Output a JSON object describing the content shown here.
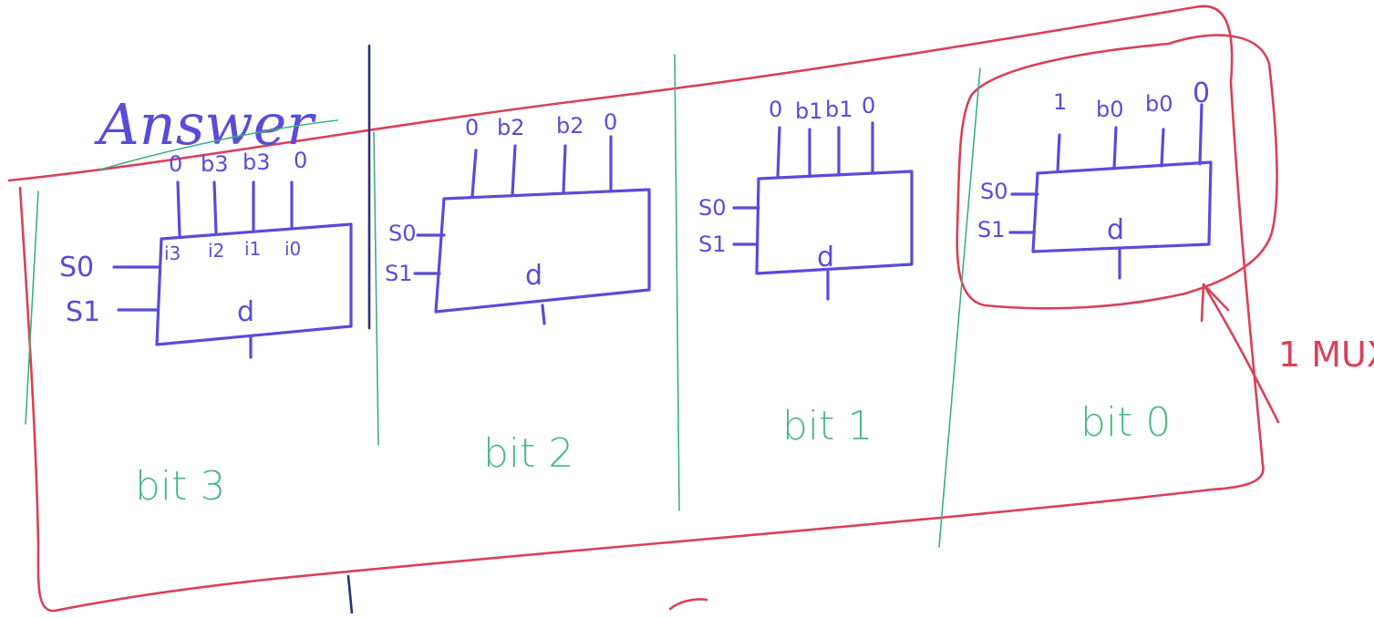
{
  "answer_label": "Answer",
  "mux_label": "1 MUX",
  "select_inputs": [
    "S0",
    "S1"
  ],
  "output_label": "d",
  "bits": [
    {
      "label": "bit 3",
      "inputs": [
        "0",
        "b3",
        "b3",
        "0"
      ],
      "port_labels": [
        "i3",
        "i2",
        "i1",
        "i0"
      ]
    },
    {
      "label": "bit 2",
      "inputs": [
        "0",
        "b2",
        "b2",
        "0"
      ]
    },
    {
      "label": "bit 1",
      "inputs": [
        "0",
        "b1",
        "b1",
        "0"
      ]
    },
    {
      "label": "bit 0",
      "inputs": [
        "1",
        "b0",
        "b0",
        "0"
      ]
    }
  ],
  "colors": {
    "ink_blue": "#5a4bd8",
    "ink_green": "#4cb88a",
    "ink_red": "#d9405a",
    "ink_navy": "#2b2f7a"
  }
}
